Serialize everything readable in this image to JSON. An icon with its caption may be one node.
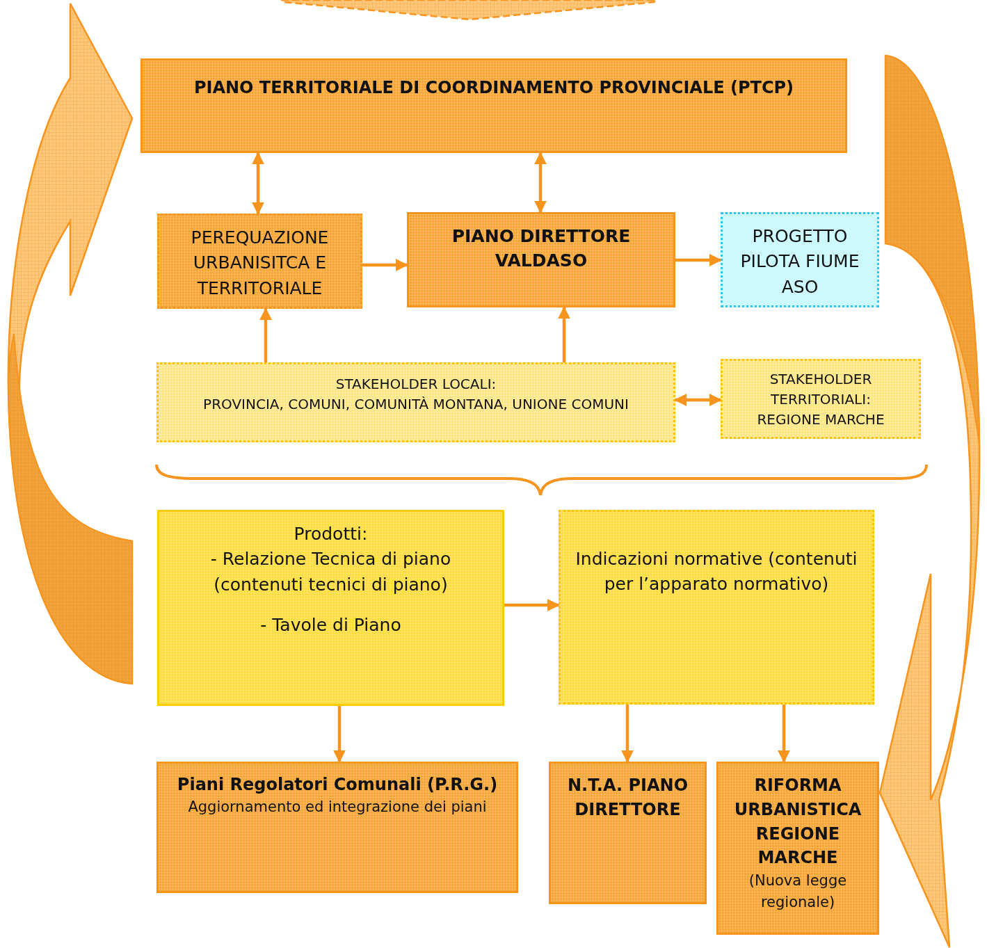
{
  "diagram": {
    "nodes": [
      {
        "text": [
          "PIANO TERRITORIALE DI COORDINAMENTO PROVINCIALE (PTCP)"
        ]
      },
      {
        "text": [
          "PEREQUAZIONE URBANISITCA E TERRITORIALE"
        ]
      },
      {
        "text": [
          "PIANO DIRETTORE VALDASO"
        ]
      },
      {
        "text": [
          "PROGETTO PILOTA FIUME ASO"
        ]
      },
      {
        "text": [
          "STAKEHOLDER LOCALI:",
          "PROVINCIA, COMUNI, COMUNITÀ MONTANA, UNIONE COMUNI"
        ]
      },
      {
        "text": [
          "STAKEHOLDER TERRITORIALI:",
          "REGIONE MARCHE"
        ]
      },
      {
        "text": [
          "Prodotti:",
          "- Relazione Tecnica di piano (contenuti tecnici di piano)",
          "- Tavole di Piano"
        ]
      },
      {
        "text": [
          "Indicazioni normative (contenuti per l’apparato normativo)"
        ]
      },
      {
        "text": [
          "Piani Regolatori Comunali (P.R.G.)",
          "Aggiornamento ed integrazione dei piani"
        ]
      },
      {
        "text": [
          "N.T.A. PIANO DIRETTORE"
        ]
      },
      {
        "text": [
          "RIFORMA URBANISTICA REGIONE MARCHE",
          "(Nuova legge regionale)"
        ]
      }
    ],
    "edges": [
      {
        "from": 0,
        "to": 1,
        "arrow": "both"
      },
      {
        "from": 0,
        "to": 2,
        "arrow": "both"
      },
      {
        "from": 1,
        "to": 2,
        "arrow": "to"
      },
      {
        "from": 2,
        "to": 3,
        "arrow": "to"
      },
      {
        "from": 4,
        "to": 1,
        "arrow": "to"
      },
      {
        "from": 4,
        "to": 2,
        "arrow": "to"
      },
      {
        "from": 4,
        "to": 5,
        "arrow": "both"
      },
      {
        "from": 6,
        "to": 7,
        "arrow": "to"
      },
      {
        "from": 6,
        "to": 8,
        "arrow": "to"
      },
      {
        "from": 7,
        "to": 9,
        "arrow": "to"
      },
      {
        "from": 7,
        "to": 10,
        "arrow": "to"
      }
    ]
  }
}
